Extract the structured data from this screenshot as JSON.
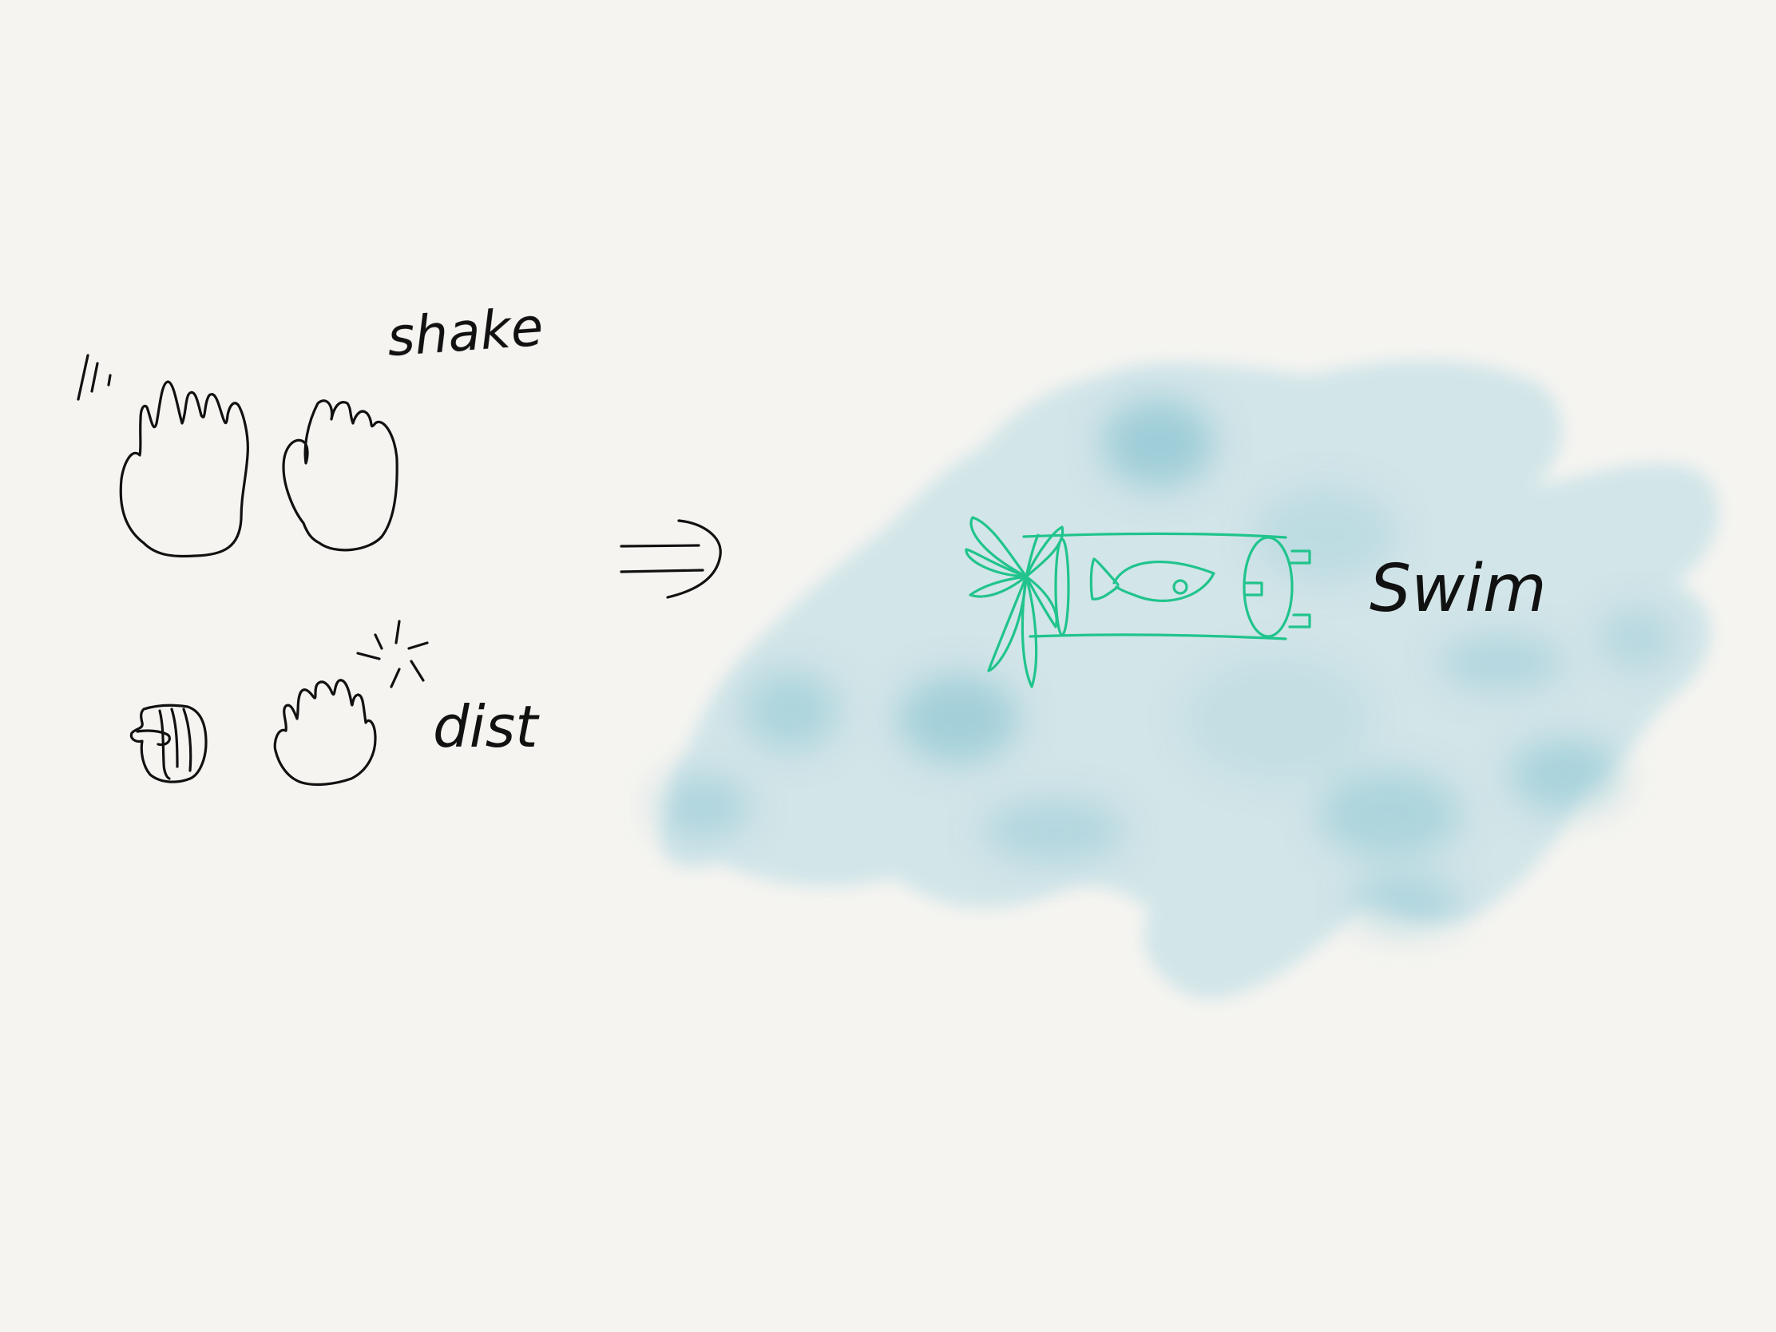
{
  "labels": {
    "shake": "shake",
    "dist": "dist",
    "swim": "Swim"
  },
  "colors": {
    "background": "#f5f4f0",
    "ink": "#111111",
    "watercolor": "#8ec6d3",
    "accent_green": "#20c48c"
  },
  "icons": [
    "hand-open-icon",
    "hand-cupped-icon",
    "fist-icon",
    "hand-burst-icon",
    "double-arrow-icon",
    "fish-tube-icon",
    "propeller-icon"
  ]
}
